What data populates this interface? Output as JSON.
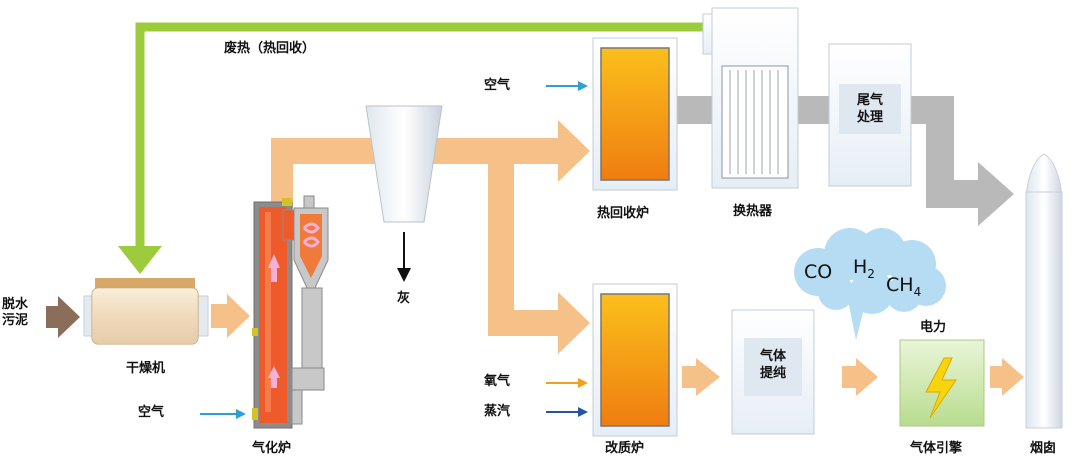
{
  "labels": {
    "waste_heat": "废热（热回收）",
    "dewatered_sludge": "脱水\n污泥",
    "dryer": "干燥机",
    "air_gasifier": "空气",
    "gasifier": "气化炉",
    "ash": "灰",
    "air_recovery": "空气",
    "heat_recovery_furnace": "热回收炉",
    "heat_exchanger": "换热器",
    "tail_gas_treatment": "尾气\n处理",
    "oxygen": "氧气",
    "steam": "蒸汽",
    "reformer": "改质炉",
    "gas_purification": "气体\n提纯",
    "electricity": "电力",
    "gas_engine": "气体引擎",
    "chimney": "烟囱"
  },
  "gases": {
    "co": "CO",
    "h2_main": "H",
    "h2_sub": "2",
    "ch4_main": "CH",
    "ch4_sub": "4"
  },
  "colors": {
    "green_flow": "#9ccc3c",
    "orange_flow": "#f6c089",
    "gray_flow": "#b9b9b9",
    "brown_input": "#8a6e5a",
    "furnace_orange": "#f59a17",
    "gasifier_red": "#ef5a2a",
    "cloud_blue": "#b5dcf2",
    "arrow_blue_light": "#2f9fd3",
    "arrow_orange": "#f0a020",
    "arrow_blue_dark": "#2453a8"
  }
}
